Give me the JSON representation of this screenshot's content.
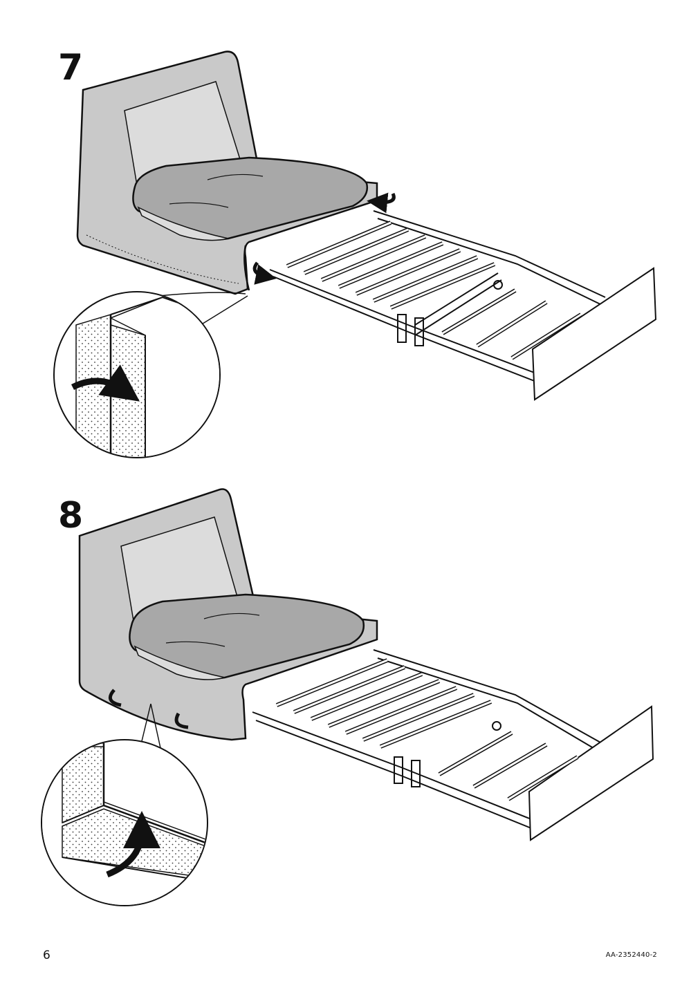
{
  "steps": [
    {
      "number": "7"
    },
    {
      "number": "8"
    }
  ],
  "footer": {
    "page_number": "6",
    "document_code": "AA-2352440-2"
  },
  "colors": {
    "fabric": "#c9c9c9",
    "fabric_light": "#dcdcdc",
    "cushion": "#a8a8a8",
    "line": "#111111"
  }
}
